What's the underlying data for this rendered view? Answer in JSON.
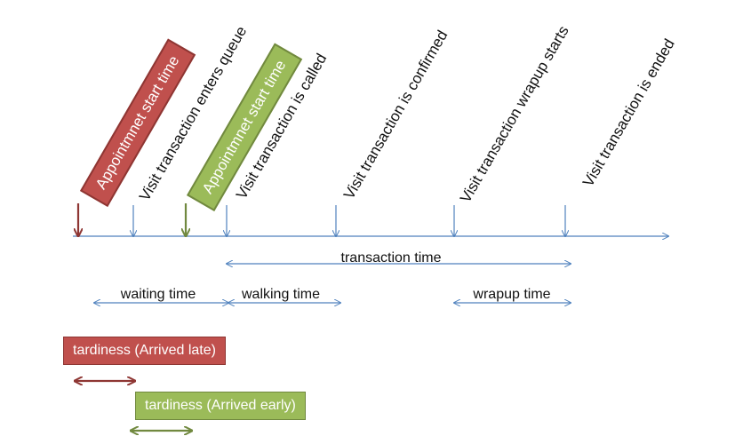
{
  "colors": {
    "timeline": "#4f81bd",
    "red": "#c0504d",
    "red_arrow": "#8e3633",
    "green": "#9bbb59",
    "green_arrow": "#71893f"
  },
  "event_labels": [
    "Visit transaction enters queue",
    "Visit transaction is called",
    "Visit transaction is confirmed",
    "Visit transaction wrapup starts",
    "Visit transaction is ended"
  ],
  "highlight_boxes": {
    "appointment_late": "Appointmnet start time",
    "appointment_early": "Appointmnet start time"
  },
  "spans": {
    "transaction_time": "transaction time",
    "waiting_time": "waiting time",
    "walking_time": "walking time",
    "wrapup_time": "wrapup time"
  },
  "legend": {
    "late": "tardiness (Arrived late)",
    "early": "tardiness (Arrived early)"
  }
}
